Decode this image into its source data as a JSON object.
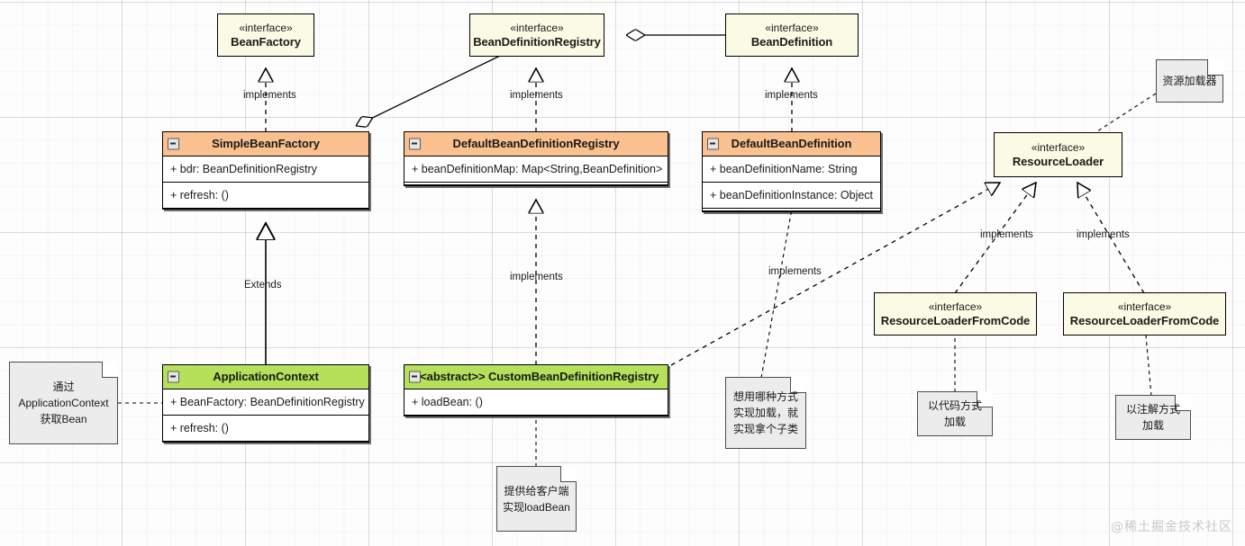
{
  "diagram": {
    "title": "Spring IoC Container UML Class Diagram",
    "watermark": "@稀土掘金技术社区",
    "colors": {
      "class_header_orange": "#fac090",
      "class_header_green": "#b4e05a",
      "interface_fill": "#fbfae4",
      "note_fill": "#ececec",
      "line": "#000000",
      "grid": "#e8e8e8"
    }
  },
  "interfaces": {
    "bean_factory": {
      "stereotype": "«interface»",
      "name": "BeanFactory"
    },
    "bean_definition_registry": {
      "stereotype": "«interface»",
      "name": "BeanDefinitionRegistry"
    },
    "bean_definition": {
      "stereotype": "«interface»",
      "name": "BeanDefinition"
    },
    "resource_loader": {
      "stereotype": "«interface»",
      "name": "ResourceLoader"
    },
    "resource_loader_from_code_left": {
      "stereotype": "«interface»",
      "name": "ResourceLoaderFromCode"
    },
    "resource_loader_from_code_right": {
      "stereotype": "«interface»",
      "name": "ResourceLoaderFromCode"
    }
  },
  "classes": {
    "simple_bean_factory": {
      "name": "SimpleBeanFactory",
      "header_color": "orange",
      "attributes": [
        "+ bdr: BeanDefinitionRegistry"
      ],
      "methods": [
        "+ refresh: ()"
      ]
    },
    "default_bean_definition_registry": {
      "name": "DefaultBeanDefinitionRegistry",
      "header_color": "orange",
      "attributes": [
        "+ beanDefinitionMap: Map<String,BeanDefinition>"
      ],
      "methods": []
    },
    "default_bean_definition": {
      "name": "DefaultBeanDefinition",
      "header_color": "orange",
      "attributes": [
        "+ beanDefinitionName: String",
        "+ beanDefinitionInstance: Object"
      ],
      "methods": []
    },
    "application_context": {
      "name": "ApplicationContext",
      "header_color": "green",
      "attributes": [
        "+ BeanFactory: BeanDefinitionRegistry"
      ],
      "methods": [
        "+ refresh: ()"
      ]
    },
    "custom_bean_definition_registry": {
      "name": "<<abstract>> CustomBeanDefinitionRegistry",
      "header_color": "green",
      "attributes": [],
      "methods": [
        "+ loadBean: ()"
      ]
    }
  },
  "notes": {
    "application_context_note": "通过ApplicationContext获取Bean",
    "load_bean_note": "提供给客户端实现loadBean",
    "subclass_note": "想用哪种方式实现加载，就实现拿个子类",
    "resource_loader_note": "资源加载器",
    "code_loader_note": "以代码方式加载",
    "annotation_loader_note": "以注解方式加载"
  },
  "edge_labels": {
    "implements_bean_factory": "implements",
    "implements_bdr": "implements",
    "implements_bean_definition": "implements",
    "implements_custom_registry": "implements",
    "implements_resource_loader_long": "implements",
    "implements_rl_left": "implements",
    "implements_rl_right": "implements",
    "extends_application_context": "Extends"
  }
}
